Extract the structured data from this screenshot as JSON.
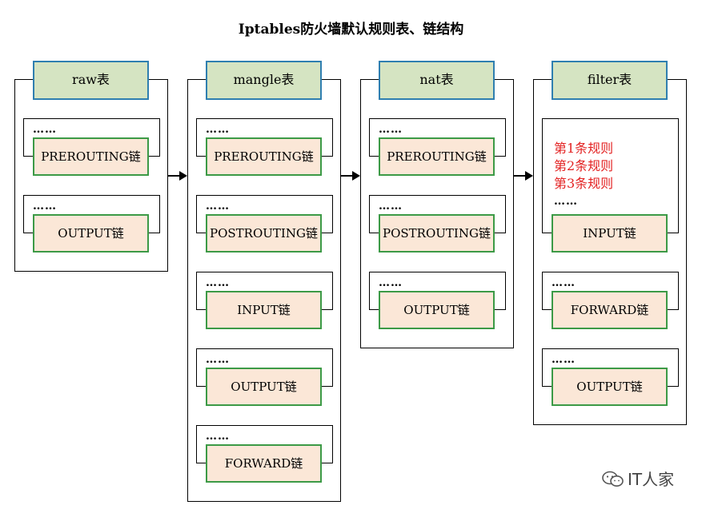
{
  "title": "Iptables防火墙默认规则表、链结构",
  "dots": "……",
  "tables": {
    "raw": {
      "name": "raw表",
      "chains": [
        "PREROUTING链",
        "OUTPUT链"
      ]
    },
    "mangle": {
      "name": "mangle表",
      "chains": [
        "PREROUTING链",
        "POSTROUTING链",
        "INPUT链",
        "OUTPUT链",
        "FORWARD链"
      ]
    },
    "nat": {
      "name": "nat表",
      "chains": [
        "PREROUTING链",
        "POSTROUTING链",
        "OUTPUT链"
      ]
    },
    "filter": {
      "name": "filter表",
      "rules": [
        "第1条规则",
        "第2条规则",
        "第3条规则"
      ],
      "chains": [
        "INPUT链",
        "FORWARD链",
        "OUTPUT链"
      ]
    }
  },
  "colors": {
    "header_fill": "#d5e4c2",
    "header_border": "#2f7fb0",
    "chain_fill": "#fbe7d7",
    "chain_border": "#3c9a46",
    "rule_text": "#e32222"
  },
  "watermark": {
    "icon": "wechat-icon",
    "text": "IT人家"
  }
}
